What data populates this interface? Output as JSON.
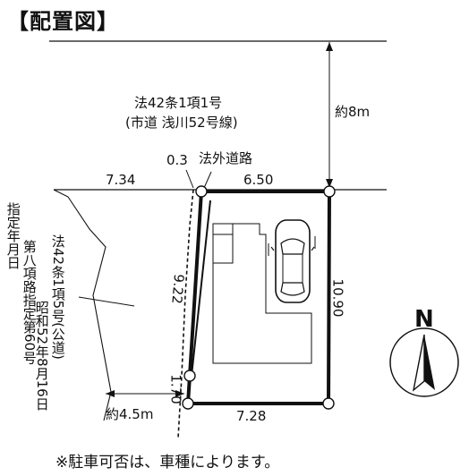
{
  "title": "【配置図】",
  "road": {
    "line1": "法42条1項1号",
    "line2": "(市道 浅川52号線)",
    "width": "約8m"
  },
  "labels": {
    "gap": "0.3",
    "private_road": "法外道路",
    "top_left": "7.34",
    "top_right": "6.50",
    "left_side": "9.22",
    "right_side": "10.90",
    "left_short": "1.70",
    "bottom": "7.28",
    "distance": "約4.5m"
  },
  "designation": {
    "col1": "指定年月日",
    "col2": "第八項路指定第60号",
    "col3": "法42条1項5号(公道)",
    "col4": "昭和52年8月16日"
  },
  "compass": "N",
  "note": "※駐車可否は、車種によります。"
}
